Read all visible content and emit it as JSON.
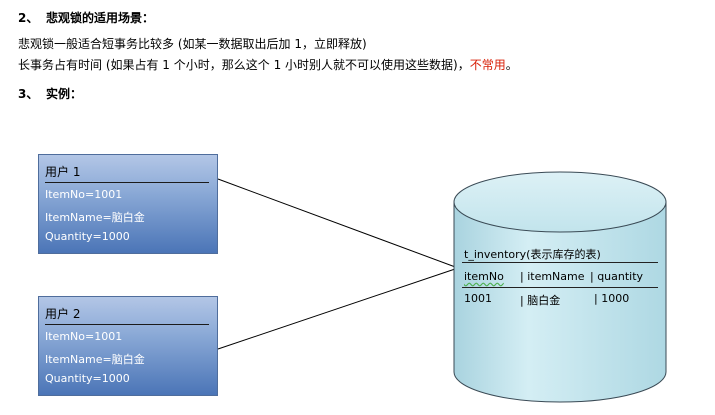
{
  "section2": {
    "number": "2、",
    "title": "悲观锁的适用场景："
  },
  "paragraph": {
    "line1": "悲观锁一般适合短事务比较多 (如某一数据取出后加 1，立即释放)",
    "line2_prefix": "长事务占有时间 (如果占有 1 个小时，那么这个 1 小时别人就不可以使用这些数据)，",
    "line2_red": "不常用",
    "line2_suffix": "。"
  },
  "section3": {
    "number": "3、",
    "title": "实例："
  },
  "users": [
    {
      "title": "用户 1",
      "fields": [
        "ItemNo=1001",
        "ItemName=脑白金",
        "Quantity=1000"
      ]
    },
    {
      "title": "用户 2",
      "fields": [
        "ItemNo=1001",
        "ItemName=脑白金",
        "Quantity=1000"
      ]
    }
  ],
  "database": {
    "table_title": "t_inventory(表示库存的表)",
    "headers": [
      "itemNo",
      "| itemName",
      "| quantity"
    ],
    "row": [
      "1001",
      "|  脑白金",
      "| 1000"
    ]
  },
  "colors": {
    "box_top": "#b3c6e6",
    "box_bottom": "#4b75b7",
    "cylinder": "#bfe3ec",
    "highlight_red": "#d81e06"
  }
}
